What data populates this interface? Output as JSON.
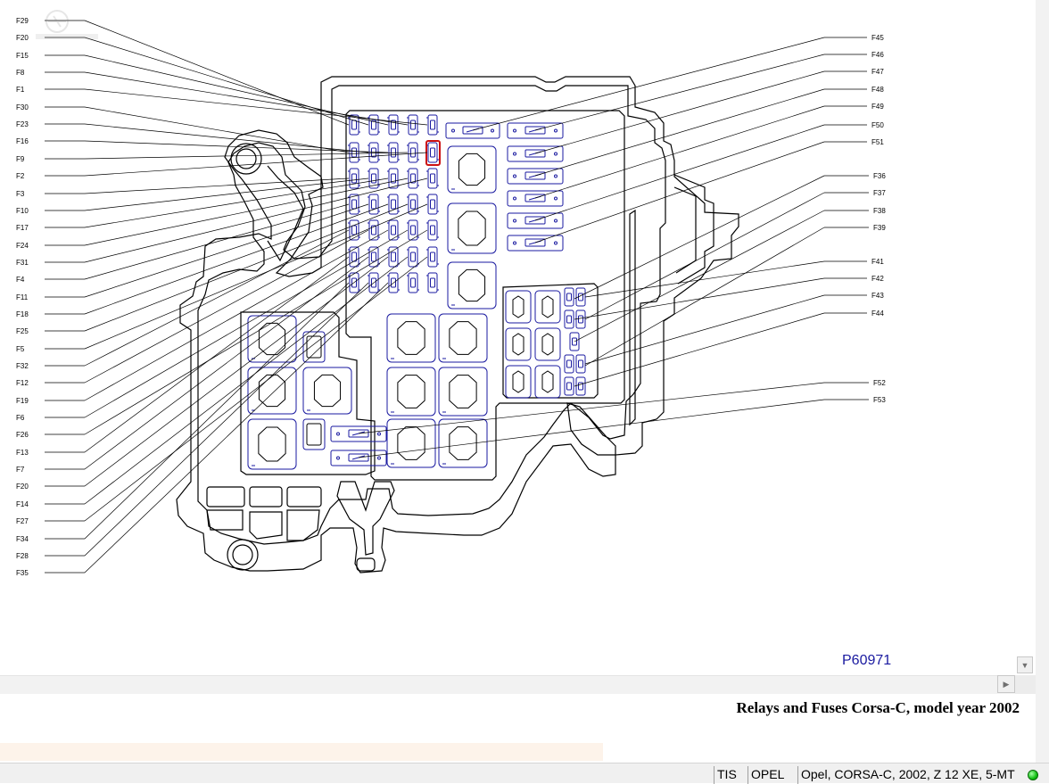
{
  "diagram": {
    "figure_code": "P60971",
    "left_labels": [
      "F29",
      "F20",
      "F15",
      "F8",
      "F1",
      "F30",
      "F23",
      "F16",
      "F9",
      "F2",
      "F3",
      "F10",
      "F17",
      "F24",
      "F31",
      "F4",
      "F11",
      "F18",
      "F25",
      "F5",
      "F32",
      "F12",
      "F19",
      "F6",
      "F26",
      "F13",
      "F7",
      "F20",
      "F14",
      "F27",
      "F34",
      "F28",
      "F35"
    ],
    "right_labels_upper": [
      "F45",
      "F46",
      "F47",
      "F48",
      "F49",
      "F50",
      "F51"
    ],
    "right_labels_middle": [
      "F36",
      "F37",
      "F38",
      "F39"
    ],
    "right_labels_lower": [
      "F41",
      "F42",
      "F43",
      "F44"
    ],
    "right_labels_bottom": [
      "F52",
      "F53"
    ],
    "highlighted_fuse": "F9",
    "colors": {
      "component_outline": "#1a1aa0",
      "housing_outline": "#000000",
      "highlight": "#cc1111",
      "leader_line": "#000000"
    }
  },
  "caption": "Relays and Fuses Corsa-C, model year 2002",
  "status_bar": {
    "app": "TIS",
    "brand": "OPEL",
    "vehicle": "Opel, CORSA-C, 2002, Z 12 XE, 5-MT",
    "connection_led_color": "#12c012"
  },
  "scroll": {
    "down_arrow_icon": "▼",
    "right_arrow_icon": "▶"
  }
}
